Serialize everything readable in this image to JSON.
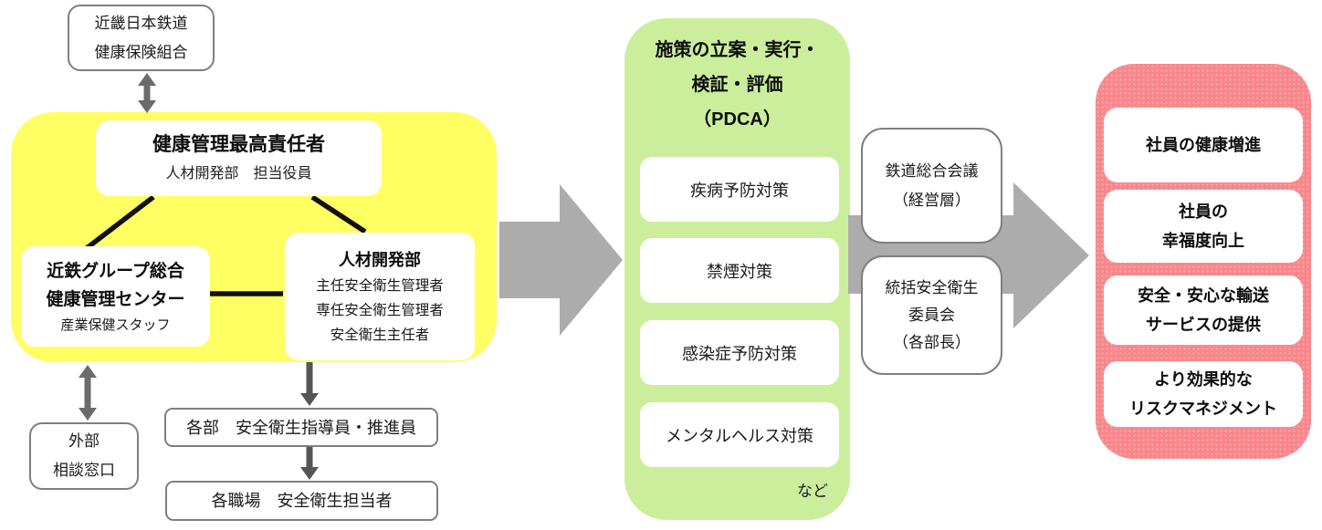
{
  "colors": {
    "yellow_zone": "#FFFE63",
    "green_zone": "#CBEE9C",
    "pink_zone": "#F8868B",
    "big_arrow": "#ACACAC",
    "small_arrow": "#636363",
    "box_border": "#7F7F7F",
    "connector_line": "#111111"
  },
  "org": {
    "insurance": {
      "line1": "近畿日本鉄道",
      "line2": "健康保険組合"
    },
    "chief": {
      "title": "健康管理最高責任者",
      "subtitle": "人材開発部　担当役員"
    },
    "health_center": {
      "line1": "近鉄グループ総合",
      "line2": "健康管理センター",
      "line3": "産業保健スタッフ"
    },
    "hr_dept": {
      "title": "人材開発部",
      "line1": "主任安全衛生管理者",
      "line2": "専任安全衛生管理者",
      "line3": "安全衛生主任者"
    },
    "external": {
      "line1": "外部",
      "line2": "相談窓口"
    },
    "dept_label": "各部　安全衛生指導員・推進員",
    "workplace_label": "各職場　安全衛生担当者"
  },
  "pdca": {
    "title1": "施策の立案・実行・",
    "title2": "検証・評価",
    "title3": "（PDCA）",
    "items": [
      "疾病予防対策",
      "禁煙対策",
      "感染症予防対策",
      "メンタルヘルス対策"
    ],
    "etc": "など"
  },
  "governance": {
    "council": {
      "line1": "鉄道総合会議",
      "line2": "（経営層）"
    },
    "committee": {
      "line1": "統括安全衛生",
      "line2": "委員会",
      "line3": "（各部長）"
    }
  },
  "outcomes": [
    {
      "line1": "社員の健康増進",
      "line2": ""
    },
    {
      "line1": "社員の",
      "line2": "幸福度向上"
    },
    {
      "line1": "安全・安心な輸送",
      "line2": "サービスの提供"
    },
    {
      "line1": "より効果的な",
      "line2": "リスクマネジメント"
    }
  ]
}
